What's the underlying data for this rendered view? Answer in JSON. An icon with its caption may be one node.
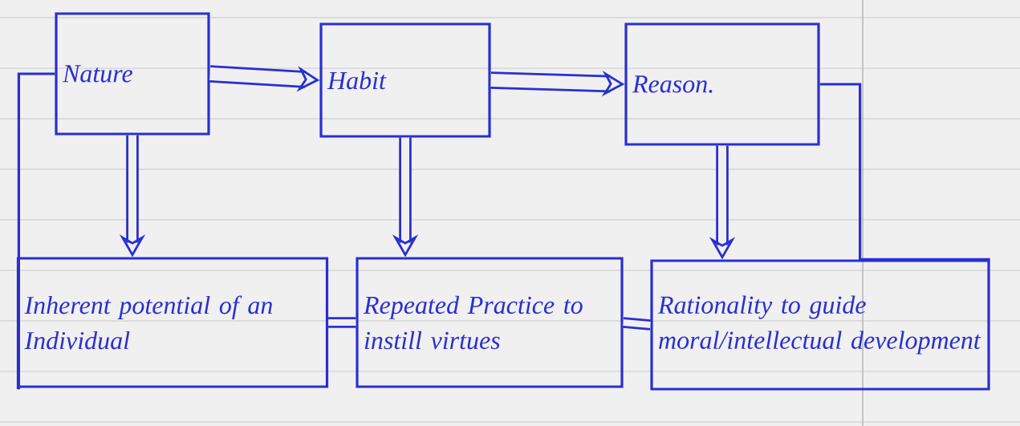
{
  "diagram": {
    "nodes": [
      {
        "text": [
          "Nature"
        ]
      },
      {
        "text": [
          "Habit"
        ]
      },
      {
        "text": [
          "Reason."
        ]
      },
      {
        "text": [
          "Inherent potential of an Individual"
        ]
      },
      {
        "text": [
          "Repeated Practice to instill virtues"
        ]
      },
      {
        "text": [
          "Rationality to guide moral/intellectual development"
        ]
      }
    ],
    "edges": [
      {
        "from": 0,
        "to": 1,
        "arrow": "to"
      },
      {
        "from": 1,
        "to": 2,
        "arrow": "to"
      },
      {
        "from": 0,
        "to": 3,
        "arrow": "to"
      },
      {
        "from": 1,
        "to": 4,
        "arrow": "to"
      },
      {
        "from": 2,
        "to": 5,
        "arrow": "to"
      },
      {
        "from": 3,
        "to": 4,
        "arrow": "none"
      },
      {
        "from": 4,
        "to": 5,
        "arrow": "none"
      },
      {
        "from": 0,
        "to": 3,
        "arrow": "none"
      },
      {
        "from": 2,
        "to": 5,
        "arrow": "none"
      }
    ]
  }
}
